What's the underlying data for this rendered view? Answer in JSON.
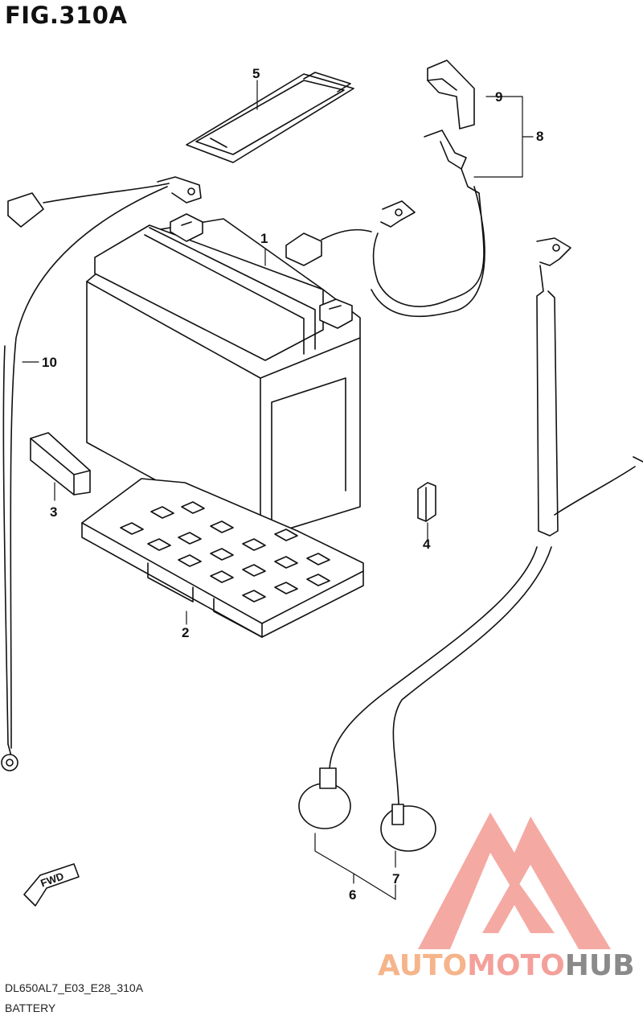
{
  "figure": {
    "title": "FIG.310A"
  },
  "labels": [
    "1",
    "2",
    "3",
    "4",
    "5",
    "6",
    "7",
    "8",
    "9",
    "10"
  ],
  "fwd_label": "FWD",
  "footer": {
    "code": "DL650AL7_E03_E28_310A",
    "caption": "BATTERY"
  },
  "watermark": {
    "part1": "AUTO",
    "part2": "MOTO",
    "part3": "HUB",
    "colors": {
      "orange": "#f6b48a",
      "pink": "#f4a09a",
      "gray": "#8a8a8a"
    }
  }
}
